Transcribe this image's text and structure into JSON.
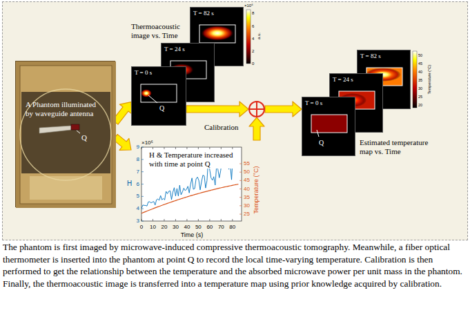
{
  "diagram": {
    "caption": "The phantom is first imaged by microwave-induced compressive thermoacoustic tomography. Meanwhile, a fiber optical thermometer is inserted into the phantom at point Q to record the local time-varying temperature. Calibration is then performed to get the relationship between the temperature and the absorbed microwave power per unit mass in the phantom. Finally, the thermoacoustic image is transferred into a temperature map using prior knowledge acquired by calibration.",
    "nodes": [
      {
        "text": [
          "A Phantom illuminated by waveguide antenna",
          "Q"
        ]
      },
      {
        "text": [
          "T = 82 s"
        ]
      },
      {
        "text": [
          "T = 24 s"
        ]
      },
      {
        "text": [
          "T = 0 s",
          "Q"
        ]
      },
      {
        "text": [
          "Calibration"
        ]
      },
      {
        "text": [
          "H & Temperature increased with time at point Q"
        ]
      },
      {
        "text": [
          "T = 82 s"
        ]
      },
      {
        "text": [
          "T = 24 s"
        ]
      },
      {
        "text": [
          "T = 0 s",
          "Q"
        ]
      }
    ],
    "edges": [
      {
        "from": 0,
        "to": 3,
        "arrow": "to"
      },
      {
        "from": 0,
        "to": 5,
        "arrow": "to"
      },
      {
        "from": 3,
        "to": 4,
        "arrow": "to"
      },
      {
        "from": 5,
        "to": 4,
        "arrow": "to"
      },
      {
        "from": 4,
        "to": 8,
        "arrow": "to"
      }
    ],
    "labels": [
      "Thermoacoustic image vs. Time",
      "×10⁶",
      "8",
      "6",
      "4",
      "2",
      "0",
      "a.u.",
      "Estimated temperature map vs. Time",
      "50",
      "45",
      "40",
      "35",
      "30",
      "25",
      "20",
      "Temperature (°C)",
      "×10⁶",
      "9",
      "8",
      "7",
      "6",
      "5",
      "4",
      "3",
      "H",
      "0",
      "10",
      "20",
      "30",
      "40",
      "50",
      "60",
      "70",
      "80",
      "Time (s)",
      "55",
      "50",
      "45",
      "40",
      "35",
      "30",
      "25",
      "Temperature (°C)"
    ]
  }
}
